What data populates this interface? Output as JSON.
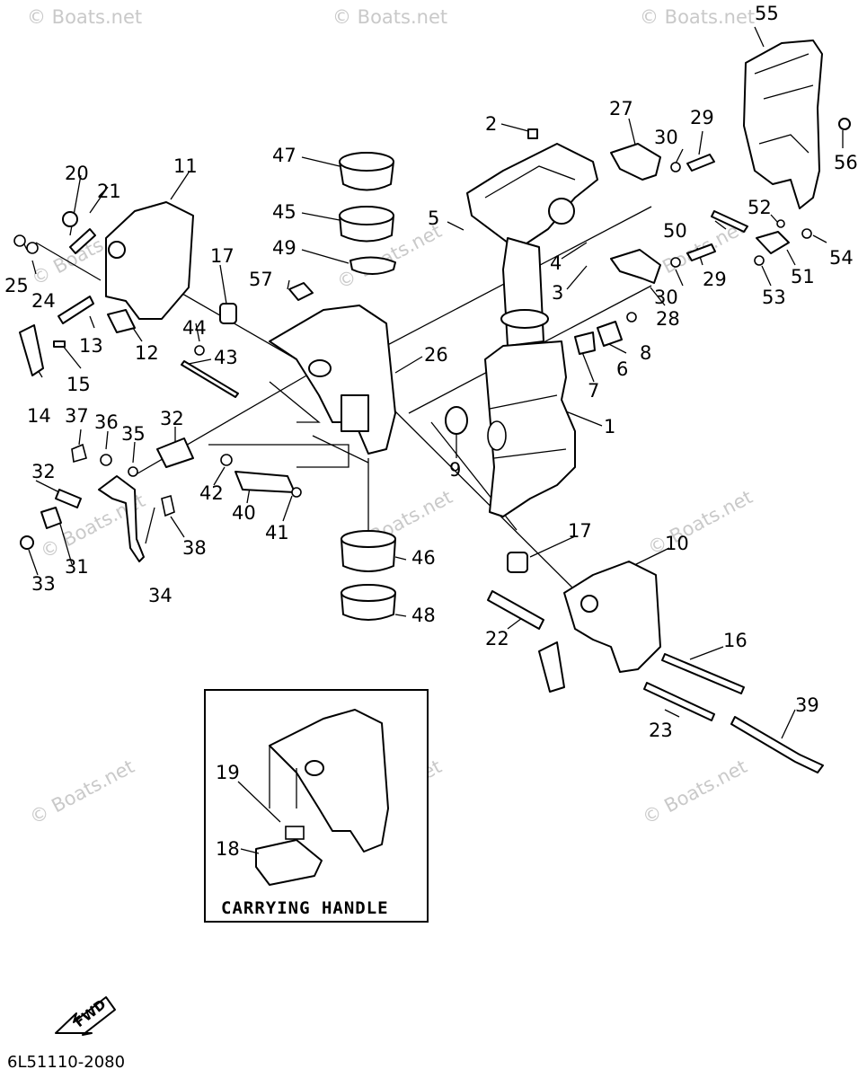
{
  "diagram": {
    "parts": [
      {
        "ref": "1"
      },
      {
        "ref": "2"
      },
      {
        "ref": "3"
      },
      {
        "ref": "4"
      },
      {
        "ref": "5"
      },
      {
        "ref": "6"
      },
      {
        "ref": "7"
      },
      {
        "ref": "8"
      },
      {
        "ref": "9"
      },
      {
        "ref": "10"
      },
      {
        "ref": "11"
      },
      {
        "ref": "12"
      },
      {
        "ref": "13"
      },
      {
        "ref": "14"
      },
      {
        "ref": "15"
      },
      {
        "ref": "16"
      },
      {
        "ref": "17"
      },
      {
        "ref": "17"
      },
      {
        "ref": "18"
      },
      {
        "ref": "19"
      },
      {
        "ref": "20"
      },
      {
        "ref": "21"
      },
      {
        "ref": "22"
      },
      {
        "ref": "23"
      },
      {
        "ref": "24"
      },
      {
        "ref": "25"
      },
      {
        "ref": "26"
      },
      {
        "ref": "27"
      },
      {
        "ref": "28"
      },
      {
        "ref": "29"
      },
      {
        "ref": "29"
      },
      {
        "ref": "30"
      },
      {
        "ref": "30"
      },
      {
        "ref": "31"
      },
      {
        "ref": "32"
      },
      {
        "ref": "32"
      },
      {
        "ref": "33"
      },
      {
        "ref": "34"
      },
      {
        "ref": "35"
      },
      {
        "ref": "36"
      },
      {
        "ref": "37"
      },
      {
        "ref": "38"
      },
      {
        "ref": "39"
      },
      {
        "ref": "40"
      },
      {
        "ref": "41"
      },
      {
        "ref": "42"
      },
      {
        "ref": "43"
      },
      {
        "ref": "44"
      },
      {
        "ref": "45"
      },
      {
        "ref": "46"
      },
      {
        "ref": "47"
      },
      {
        "ref": "48"
      },
      {
        "ref": "49"
      },
      {
        "ref": "50"
      },
      {
        "ref": "51"
      },
      {
        "ref": "52"
      },
      {
        "ref": "53"
      },
      {
        "ref": "54"
      },
      {
        "ref": "55"
      },
      {
        "ref": "56"
      },
      {
        "ref": "57"
      }
    ],
    "inset_title": "CARRYING HANDLE",
    "direction_label": "FWD",
    "diagram_code": "6L51110-2080",
    "watermark": "© Boats.net"
  }
}
